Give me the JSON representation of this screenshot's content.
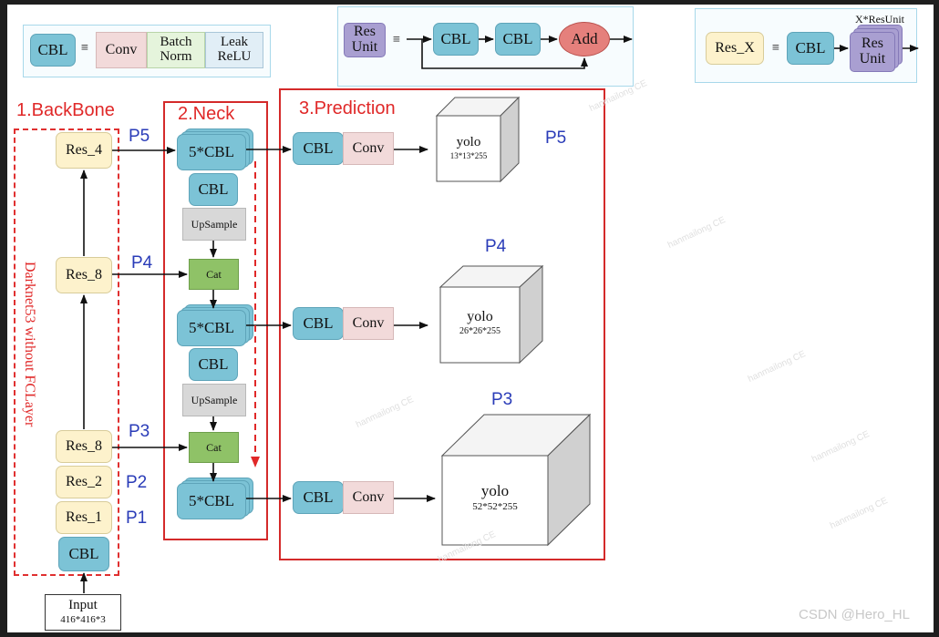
{
  "legend": {
    "cbl": {
      "term": "CBL",
      "eq": "≡",
      "parts": [
        "Conv",
        "Batch Norm",
        "Leak ReLU"
      ]
    },
    "resunit": {
      "term": "Res Unit",
      "eq": "≡",
      "cbl1": "CBL",
      "cbl2": "CBL",
      "add": "Add"
    },
    "resx": {
      "term": "Res_X",
      "eq": "≡",
      "cbl": "CBL",
      "unit": "Res Unit",
      "top": "X*ResUnit"
    }
  },
  "sections": {
    "backbone": "1.BackBone",
    "neck": "2.Neck",
    "prediction": "3.Prediction",
    "backbone_vertical": "Darknet53 without FCLayer"
  },
  "backbone": {
    "input": "Input",
    "input_size": "416*416*3",
    "blocks": [
      "CBL",
      "Res_1",
      "Res_2",
      "Res_8",
      "Res_8",
      "Res_4"
    ]
  },
  "scales": [
    "P1",
    "P2",
    "P3",
    "P4",
    "P5"
  ],
  "neck": {
    "cbl5": "5*CBL",
    "cbl": "CBL",
    "upsample": "UpSample",
    "cat": "Cat"
  },
  "prediction": {
    "cbl": "CBL",
    "conv": "Conv",
    "outputs": [
      {
        "scale": "P5",
        "name": "yolo",
        "size": "13*13*255"
      },
      {
        "scale": "P4",
        "name": "yolo",
        "size": "26*26*255"
      },
      {
        "scale": "P3",
        "name": "yolo",
        "size": "52*52*255"
      }
    ]
  },
  "credit": "CSDN @Hero_HL",
  "watermark": "hanmailong CE"
}
